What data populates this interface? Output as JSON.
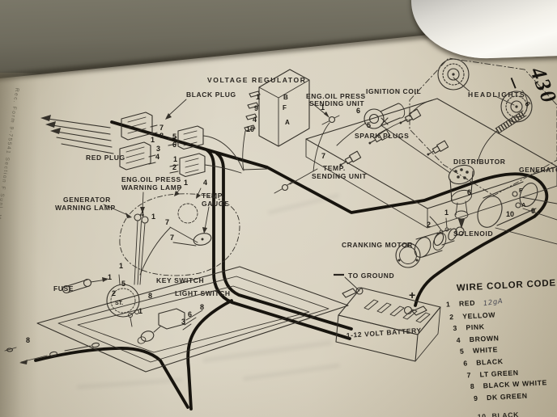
{
  "page": {
    "left_margin_text": "Rec. Form 9-75541   Section F   Supl. M",
    "page_number_vertical": "430 –"
  },
  "diagram": {
    "labels": {
      "voltage_regulator": "VOLTAGE REGULATOR",
      "black_plug": "BLACK PLUG",
      "red_plug": "RED PLUG",
      "eng_oil_press_sending_unit": [
        "ENG.OIL PRESS",
        "SENDING UNIT"
      ],
      "ignition_coil": "IGNITION COIL",
      "spark_plugs": "SPARK PLUGS",
      "headlights": "HEADLIGHTS",
      "distributor": "DISTRIBUTOR",
      "generator": "GENERATOR",
      "temp_sending_unit": [
        "TEMP.",
        "SENDING UNIT"
      ],
      "eng_oil_press_warning_lamp": [
        "ENG.OIL PRESS",
        "WARNING LAMP"
      ],
      "generator_warning_lamp": [
        "GENERATOR",
        "WARNING LAMP"
      ],
      "temp_gauge": [
        "TEMP.",
        "GAUGE"
      ],
      "key_switch": "KEY SWITCH",
      "light_switch": "LIGHT SWITCH",
      "fuse": "FUSE",
      "cranking_motor": "CRANKING MOTOR",
      "solenoid": "SOLENOID",
      "to_ground": "TO GROUND",
      "battery": "1-12 VOLT BATTERY",
      "key_switch_st": "ST."
    },
    "regulator_terminals": [
      "B",
      "F",
      "A"
    ],
    "generator_terminals": [
      "F",
      "A"
    ],
    "wire_numbers": [
      "7",
      "8",
      "1",
      "3",
      "4",
      "5",
      "6",
      "1",
      "2",
      "1",
      "9",
      "4",
      "10",
      "1",
      "6",
      "5",
      "7",
      "1",
      "4",
      "4",
      "1",
      "7",
      "7",
      "1",
      "1",
      "5",
      "2",
      "8",
      "1",
      "8",
      "6",
      "3",
      "6",
      "1",
      "2",
      "10",
      "9",
      "8",
      "6",
      "+"
    ]
  },
  "wire_color_code": {
    "title": "WIRE COLOR CODE",
    "items": [
      {
        "num": "1",
        "color": "RED",
        "note": "12gA"
      },
      {
        "num": "2",
        "color": "YELLOW"
      },
      {
        "num": "3",
        "color": "PINK"
      },
      {
        "num": "4",
        "color": "BROWN"
      },
      {
        "num": "5",
        "color": "WHITE"
      },
      {
        "num": "6",
        "color": "BLACK"
      },
      {
        "num": "7",
        "color": "LT GREEN"
      },
      {
        "num": "8",
        "color": "BLACK W WHITE"
      },
      {
        "num": "9",
        "color": "DK GREEN"
      },
      {
        "num": "10",
        "color": "BLACK",
        "partial": true
      }
    ]
  }
}
